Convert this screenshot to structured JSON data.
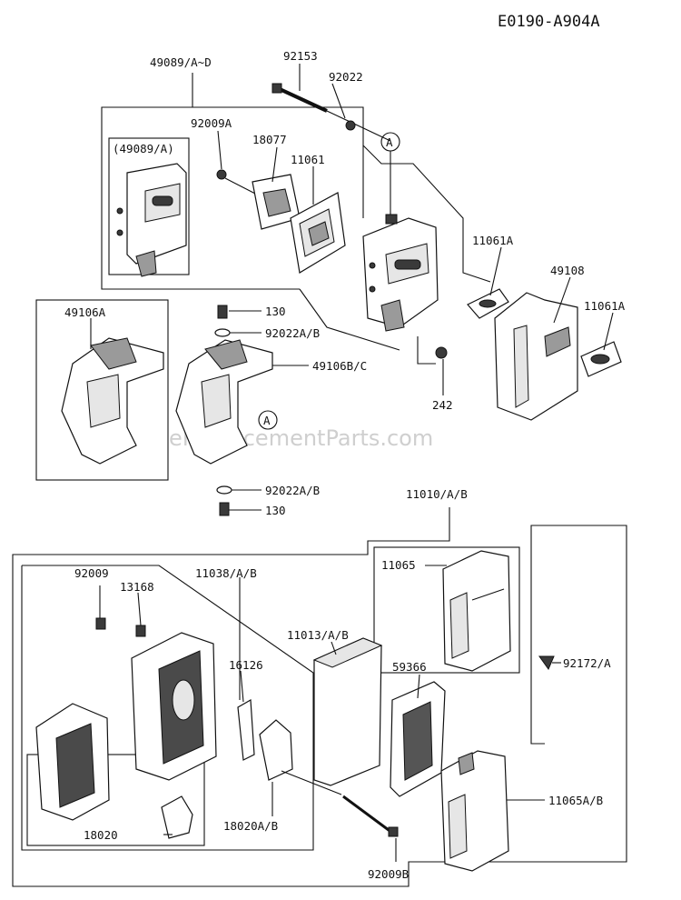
{
  "diagram_code": "E0190-A904A",
  "watermark": "eReplacementParts.com",
  "callout_marker": "A",
  "labels": {
    "p49089": "49089/A~D",
    "p92153": "92153",
    "p92022": "92022",
    "p92009A": "92009A",
    "p18077": "18077",
    "p11061": "11061",
    "p49089a": "(49089/A)",
    "p11061A_1": "11061A",
    "p49108": "49108",
    "p11061A_2": "11061A",
    "p49106A": "49106A",
    "p130_1": "130",
    "p92022AB_1": "92022A/B",
    "p49106BC": "49106B/C",
    "p242": "242",
    "p92022AB_2": "92022A/B",
    "p130_2": "130",
    "p11010AB": "11010/A/B",
    "p11065": "11065",
    "p92009": "92009",
    "p13168": "13168",
    "p11038AB": "11038/A/B",
    "p11013AB": "11013/A/B",
    "p16126": "16126",
    "p59366": "59366",
    "p92172A": "92172/A",
    "p11065AB": "11065A/B",
    "p18020": "18020",
    "p18020AB": "18020A/B",
    "p92009B": "92009B"
  }
}
